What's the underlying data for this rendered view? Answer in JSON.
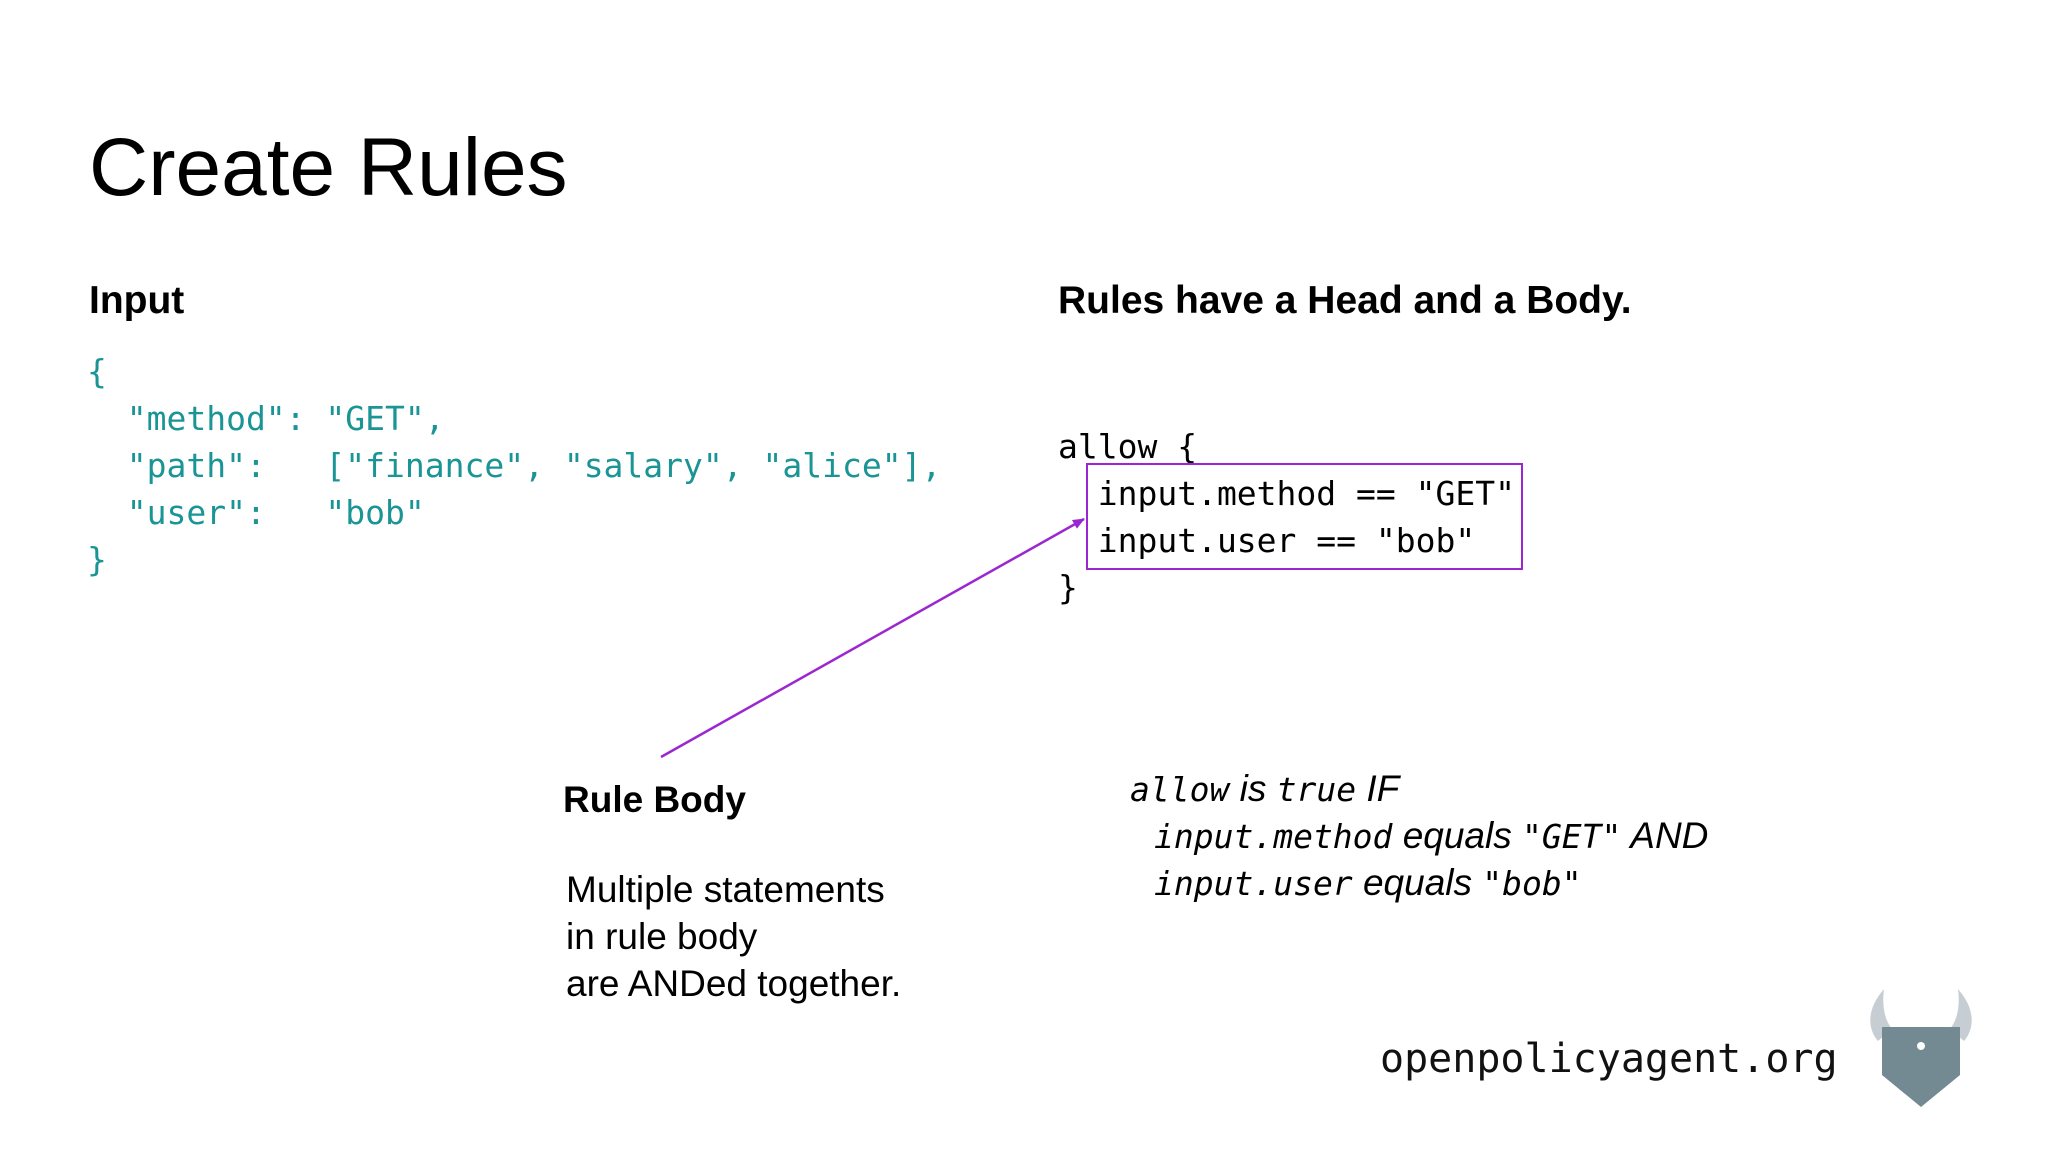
{
  "slide": {
    "title": "Create Rules",
    "input_heading": "Input",
    "input_json_lines": [
      "{",
      "  \"method\": \"GET\",",
      "  \"path\":   [\"finance\", \"salary\", \"alice\"],",
      "  \"user\":   \"bob\"",
      "}"
    ],
    "rules_heading": "Rules have a Head and a Body.",
    "rule_code_lines": [
      "allow {",
      "  input.method == \"GET\"",
      "  input.user == \"bob\"",
      "}"
    ],
    "rule_body_heading": "Rule Body",
    "rule_body_description": [
      "Multiple statements",
      "in rule body",
      "are ANDed together."
    ],
    "explanation": {
      "line1": {
        "term": "allow",
        "t1": " is ",
        "term2": "true",
        "t2": " IF"
      },
      "line2": {
        "term": "input.method",
        "t1": " equals ",
        "term2": "\"GET\"",
        "t2": " AND"
      },
      "line3": {
        "term": "input.user",
        "t1": " equals ",
        "term2": "\"bob\""
      }
    },
    "website": "openpolicyagent.org",
    "logo_icon": "opa-viking-helmet-icon",
    "colors": {
      "json_text": "#1a9494",
      "highlight_box": "#9c27d1",
      "arrow": "#9c27d1"
    }
  }
}
